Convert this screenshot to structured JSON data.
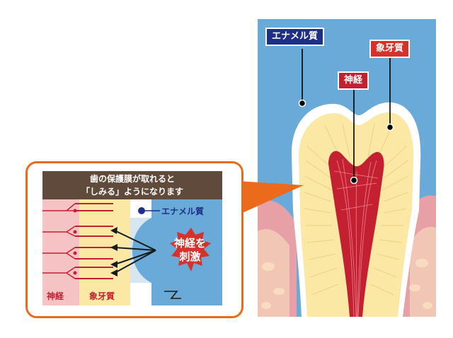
{
  "labels": {
    "enamel": "エナメル質",
    "dentin": "象牙質",
    "nerve": "神経"
  },
  "inset": {
    "title_line1": "歯の保護膜が取れると",
    "title_line2": "「しみる」ようになります",
    "enamel_label": "エナメル質",
    "stimulus_line1": "神経を",
    "stimulus_line2": "刺激",
    "nerve_label": "神経",
    "dentin_label": "象牙質"
  },
  "colors": {
    "sky": "#6aaad8",
    "gum": "#e7a0a6",
    "enamel": "#ffffff",
    "dentin": "#fae8a4",
    "pulp": "#c32031",
    "enamel_tag": "#1d2f86",
    "dentin_tag": "#d6312b",
    "frame": "#ec6a1c",
    "title_bg": "#5f4a3b"
  }
}
